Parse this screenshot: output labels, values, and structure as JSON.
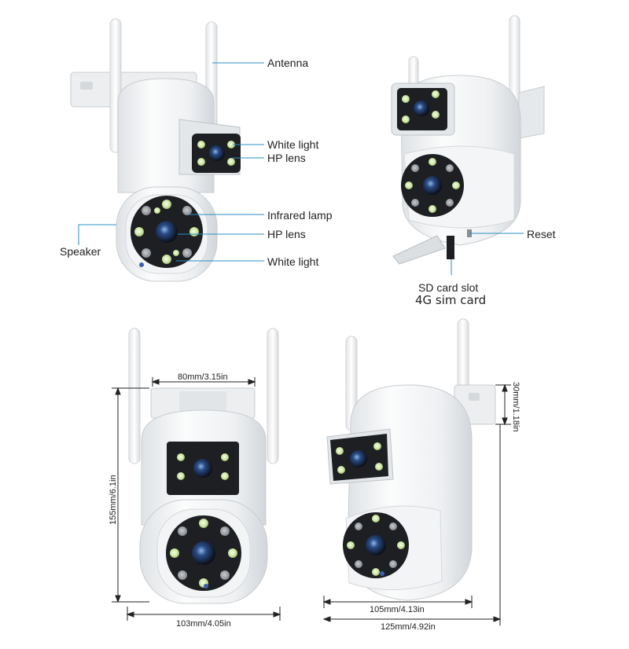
{
  "callouts": {
    "antenna": "Antenna",
    "white_light_top": "White light",
    "hp_lens_top": "HP lens",
    "infrared_lamp": "Infrared lamp",
    "hp_lens_bottom": "HP lens",
    "white_light_bottom": "White light",
    "speaker": "Speaker",
    "reset": "Reset",
    "sd_card_slot": "SD card slot",
    "sim_card": "4G sim card"
  },
  "dimensions": {
    "front_top_width": "80mm/3.15in",
    "front_height": "155mm/6.1in",
    "front_bottom_width": "103mm/4.05in",
    "side_top_depth": "30mm/1.18in",
    "side_inner_width": "105mm/4.13in",
    "side_outer_width": "125mm/4.92in"
  },
  "colors": {
    "body_white": "#f4f5f6",
    "lens_panel": "#1d1f22",
    "led_white_light": "#cfe6a8",
    "led_infrared": "#9a9ea2",
    "line_callout": "#2b8fc6"
  }
}
